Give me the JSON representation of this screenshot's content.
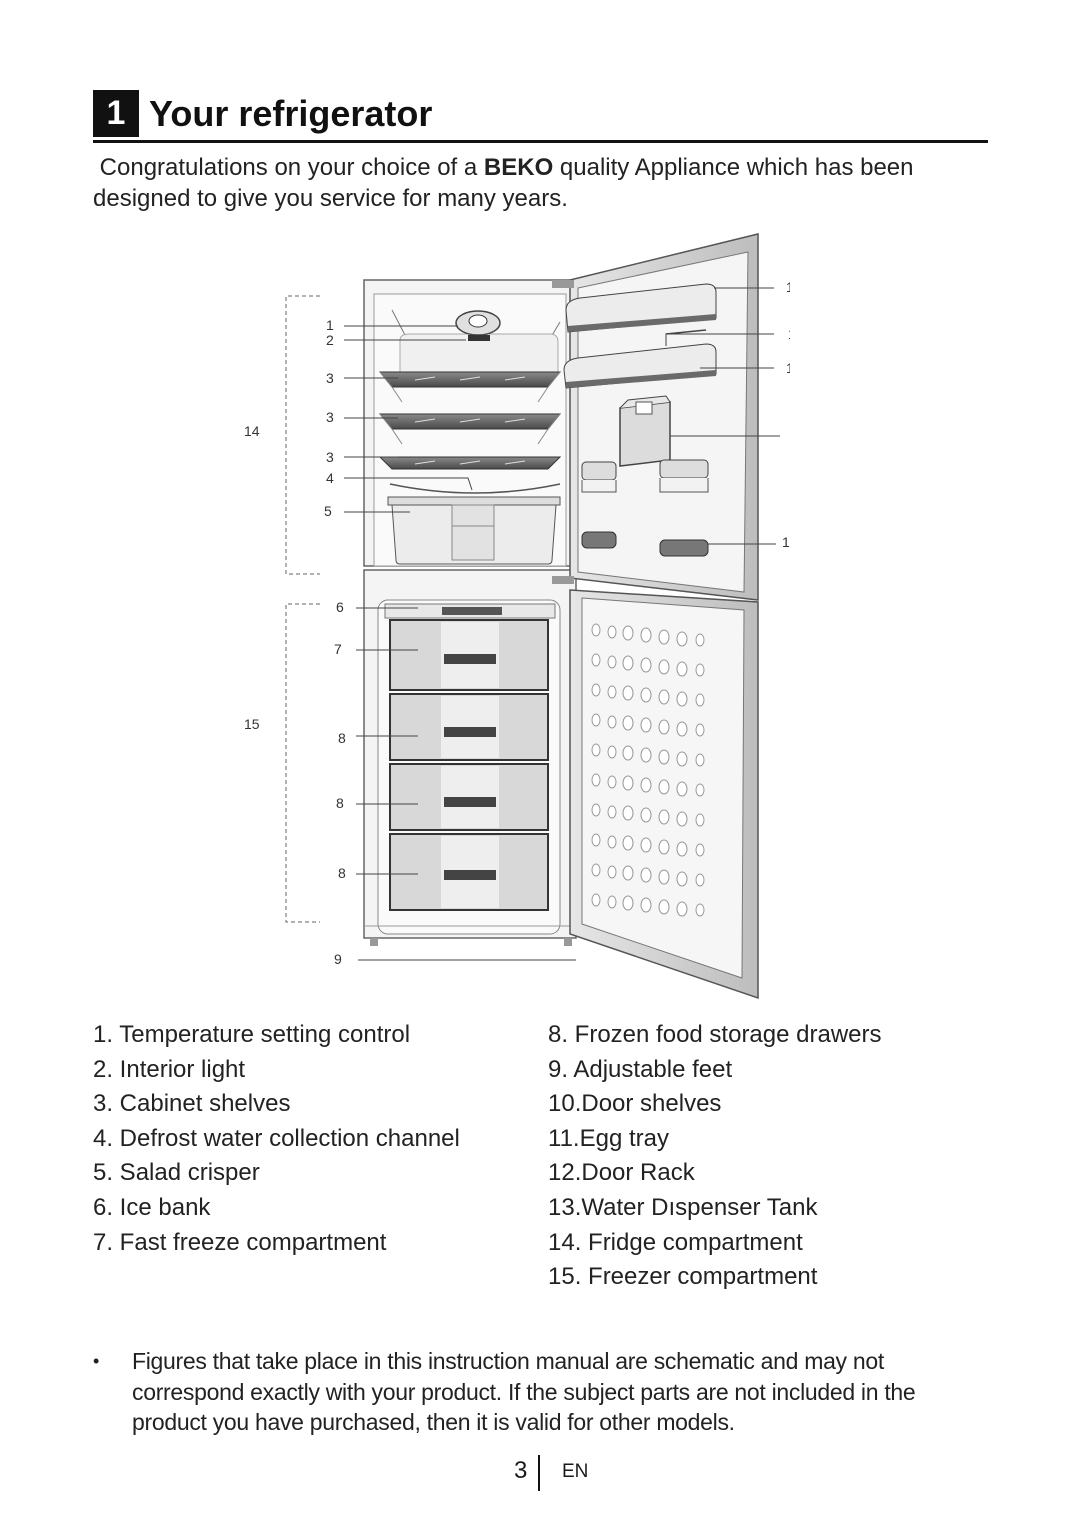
{
  "section": {
    "number": "1",
    "title": "Your refrigerator"
  },
  "intro": {
    "before": "Congratulations on your choice of a ",
    "brand": "BEKO",
    "after": " quality Appliance which has been designed to give you service for many years."
  },
  "diagram_labels": {
    "l1": "1",
    "l2": "2",
    "l3a": "3",
    "l3b": "3",
    "l3c": "3",
    "l4": "4",
    "l5": "5",
    "l6": "6",
    "l7": "7",
    "l8a": "8",
    "l8b": "8",
    "l8c": "8",
    "l9": "9",
    "l10a": "10",
    "l11": "11",
    "l10b": "10",
    "l13": "13",
    "l12": "12",
    "l14": "14",
    "l15": "15"
  },
  "legend_left": [
    "1. Temperature setting control",
    "2. Interior light",
    "3. Cabinet shelves",
    "4. Defrost water collection channel",
    "5. Salad crisper",
    "6. Ice bank",
    "7. Fast freeze compartment"
  ],
  "legend_right": [
    "8. Frozen food storage drawers",
    "9. Adjustable feet",
    "10.Door shelves",
    "11.Egg tray",
    "12.Door Rack",
    "13.Water Dıspenser Tank",
    "14. Fridge compartment",
    "15. Freezer compartment"
  ],
  "note": {
    "bullet": "•",
    "text": "Figures that take place in this instruction manual are schematic and may not correspond exactly with your product. If the subject parts are not included in the product you have purchased, then it is valid for other models."
  },
  "footer": {
    "page": "3",
    "lang": "EN"
  }
}
